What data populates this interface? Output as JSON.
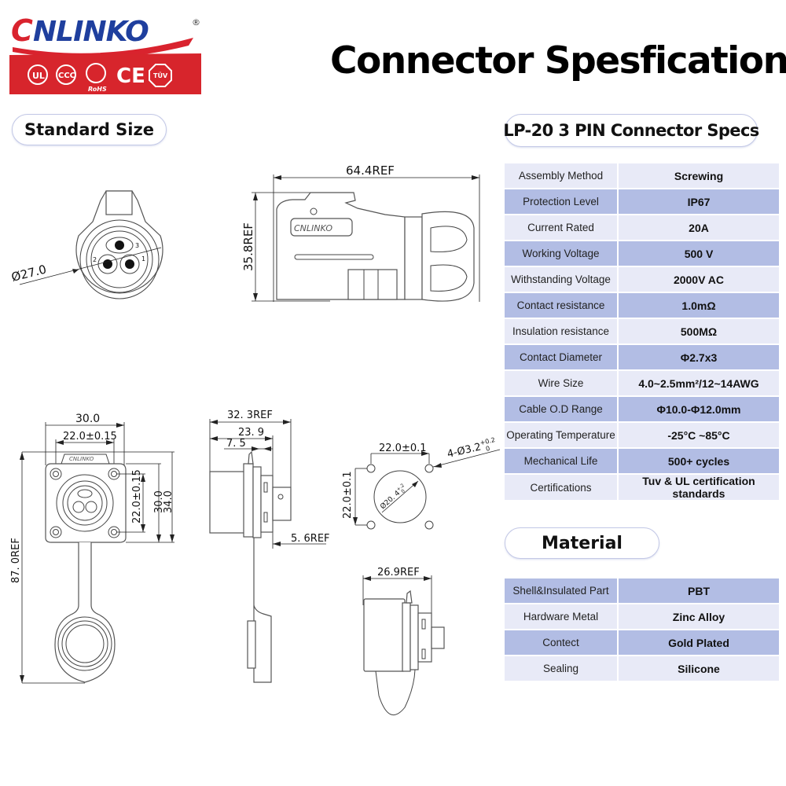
{
  "brand": {
    "logo_text": "CNLINKO",
    "registered_mark": "®",
    "cert_marks": [
      "UL",
      "CCC",
      "RoHS",
      "CE",
      "TUV"
    ],
    "colors": {
      "red": "#d9232e",
      "blue": "#1f3f9e",
      "band": "#d7252c"
    }
  },
  "header": {
    "title": "Connector Spesfications"
  },
  "sections": {
    "standard_size": "Standard Size",
    "specs_title": "LP-20 3 PIN Connector Specs",
    "material_title": "Material"
  },
  "drawings": {
    "front_view": {
      "diameter": "Ø27.0",
      "pins": [
        "1",
        "2",
        "3"
      ]
    },
    "side_view": {
      "length": "64.4REF",
      "height": "35.8REF",
      "body_logo": "CNLINKO"
    },
    "panel_front": {
      "width": "30.0",
      "hole_spacing_h": "22.0±0.15",
      "hole_spacing_v": "22.0±0.15",
      "height_30": "30.0",
      "height_34": "34.0",
      "total_length": "87. 0REF",
      "flange_logo": "CNLINKO"
    },
    "panel_side": {
      "total": "32. 3REF",
      "mid": "23. 9",
      "front": "7. 5",
      "rear": "5. 6REF"
    },
    "cutout": {
      "h_spacing": "22.0±0.1",
      "v_spacing": "22.0±0.1",
      "hole_prefix": "4-Ø3.2",
      "hole_tol_upper": "+0.2",
      "hole_tol_lower": "0",
      "center_dia": "Ø20. 4",
      "center_tol_upper": "+.2",
      "center_tol_lower": "0"
    },
    "panel_side_capped": {
      "width": "26.9REF"
    }
  },
  "specs": [
    {
      "label": "Assembly Method",
      "value": "Screwing",
      "shade": "light"
    },
    {
      "label": "Protection Level",
      "value": "IP67",
      "shade": "dark"
    },
    {
      "label": "Current Rated",
      "value": "20A",
      "shade": "light"
    },
    {
      "label": "Working Voltage",
      "value": "500 V",
      "shade": "dark"
    },
    {
      "label": "Withstanding Voltage",
      "value": "2000V AC",
      "shade": "light"
    },
    {
      "label": "Contact resistance",
      "value": "1.0mΩ",
      "shade": "dark"
    },
    {
      "label": "Insulation resistance",
      "value": "500MΩ",
      "shade": "light"
    },
    {
      "label": "Contact Diameter",
      "value": "Φ2.7x3",
      "shade": "dark"
    },
    {
      "label": "Wire Size",
      "value": "4.0~2.5mm²/12~14AWG",
      "shade": "light"
    },
    {
      "label": "Cable O.D Range",
      "value": "Φ10.0-Φ12.0mm",
      "shade": "dark"
    },
    {
      "label": "Operating Temperature",
      "value": "-25°C ~85°C",
      "shade": "light"
    },
    {
      "label": "Mechanical Life",
      "value": "500+ cycles",
      "shade": "dark"
    },
    {
      "label": "Certifications",
      "value": "Tuv & UL certification standards",
      "shade": "light"
    }
  ],
  "material": [
    {
      "label": "Shell&Insulated Part",
      "value": "PBT",
      "shade": "dark"
    },
    {
      "label": "Hardware Metal",
      "value": "Zinc Alloy",
      "shade": "light"
    },
    {
      "label": "Contect",
      "value": "Gold Plated",
      "shade": "dark"
    },
    {
      "label": "Sealing",
      "value": "Silicone",
      "shade": "light"
    }
  ]
}
